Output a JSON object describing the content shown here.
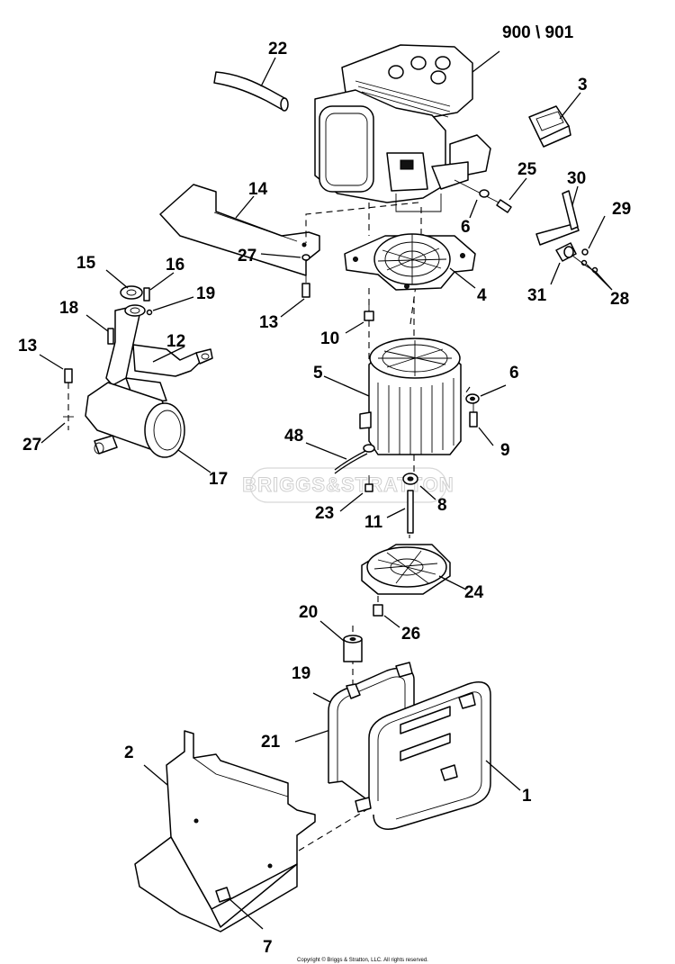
{
  "callouts": {
    "c900": "900 \\ 901",
    "c1": "1",
    "c2": "2",
    "c3": "3",
    "c4": "4",
    "c5": "5",
    "c6a": "6",
    "c6b": "6",
    "c7": "7",
    "c8": "8",
    "c9": "9",
    "c10": "10",
    "c11": "11",
    "c12": "12",
    "c13a": "13",
    "c13b": "13",
    "c14": "14",
    "c15": "15",
    "c16": "16",
    "c17": "17",
    "c18": "18",
    "c19a": "19",
    "c19b": "19",
    "c20": "20",
    "c21": "21",
    "c22": "22",
    "c23": "23",
    "c24": "24",
    "c25": "25",
    "c26": "26",
    "c27a": "27",
    "c27b": "27",
    "c28": "28",
    "c29": "29",
    "c30": "30",
    "c31": "31",
    "c48": "48"
  },
  "watermark": "BRIGGS&STRATTON",
  "copyright": "Copyright © Briggs & Stratton, LLC. All rights reserved."
}
